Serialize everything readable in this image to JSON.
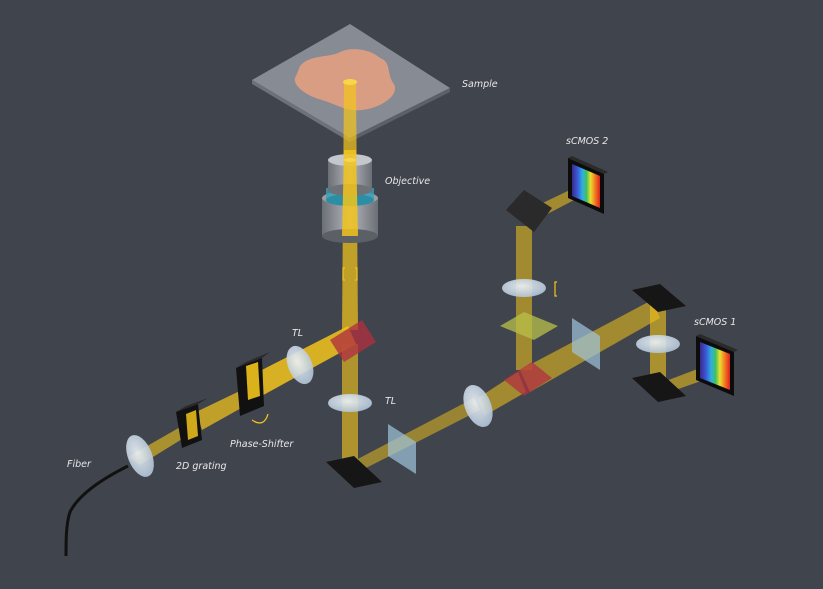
{
  "labels": {
    "sample": "Sample",
    "objective": "Objective",
    "scmos2": "sCMOS 2",
    "scmos1": "sCMOS 1",
    "tl_upper": "TL",
    "tl_lower": "TL",
    "phase_shifter": "Phase-Shifter",
    "grating": "2D grating",
    "fiber": "Fiber"
  },
  "colors": {
    "background": "#40444c",
    "beam": "#f2c41c",
    "sample_plate": "#8e939c",
    "sample_blob": "#e8a080",
    "dichroic": "#b03040",
    "lens": "#c6d6e8",
    "filter": "#9fc4dc",
    "mirror": "#161616",
    "text": "#e8e8e8"
  }
}
